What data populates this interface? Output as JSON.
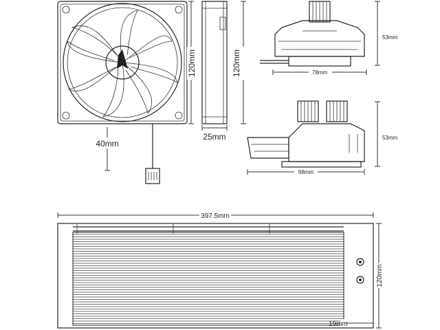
{
  "title": "Liquid cooler dimensional drawing",
  "dimensions": {
    "fan_height": "120mm",
    "fan_side_height": "120mm",
    "fan_thickness": "25mm",
    "cable_length": "40mm",
    "pump_top_height": "53mm",
    "pump_top_width": "78mm",
    "pump_side_height": "53mm",
    "pump_side_width": "98mm",
    "radiator_length": "397.5mm",
    "radiator_height": "120mm",
    "radiator_thickness": "19mm"
  },
  "colors": {
    "line": "#222222",
    "background": "#ffffff"
  }
}
